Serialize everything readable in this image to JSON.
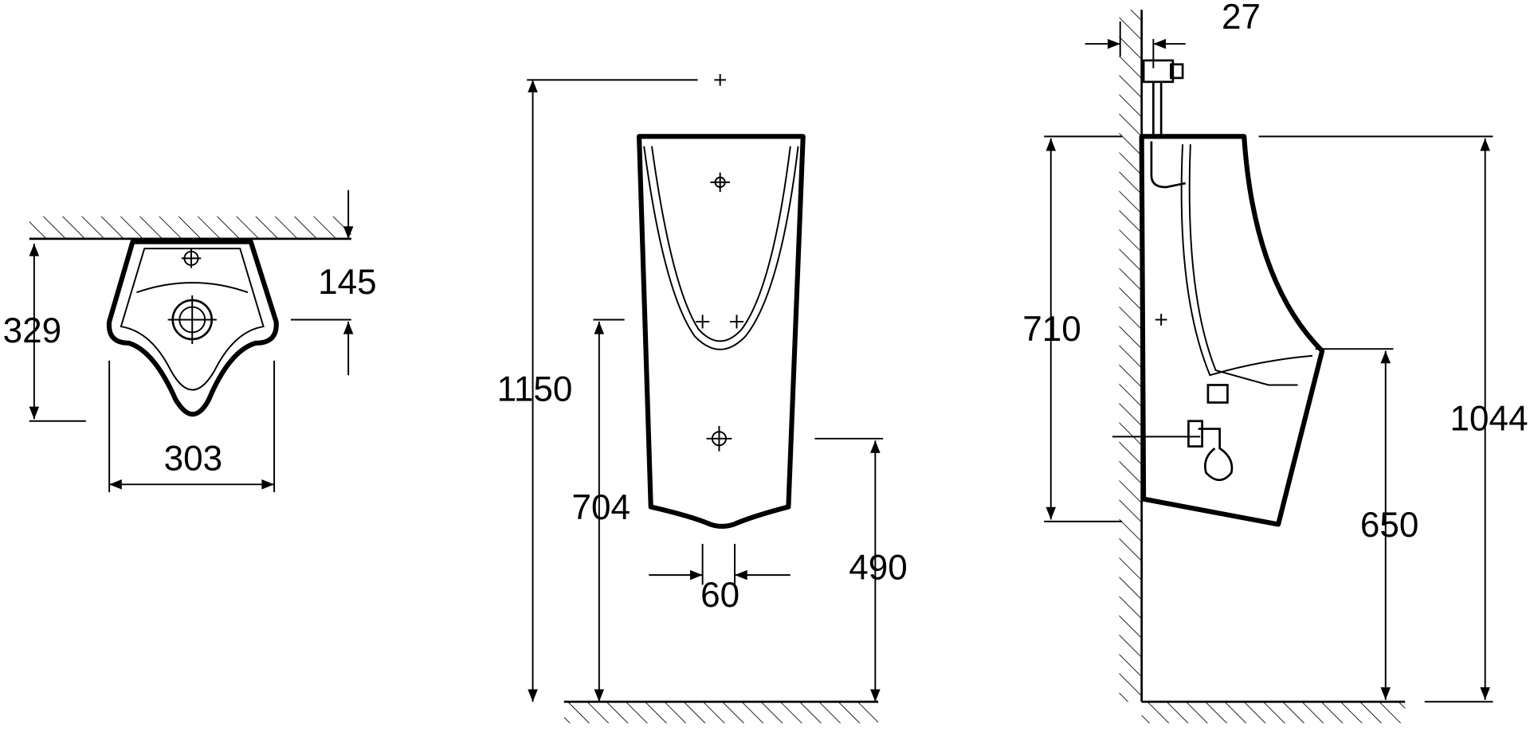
{
  "views": {
    "top_view": {
      "depth": "329",
      "outlet_offset": "145",
      "width": "303"
    },
    "front_view": {
      "total_height": "1150",
      "inlet_height": "704",
      "outlet_spacing": "60",
      "outlet_height": "490"
    },
    "side_view": {
      "wall_gap": "27",
      "body_height": "710",
      "top_height": "1044",
      "rim_height": "650"
    }
  }
}
